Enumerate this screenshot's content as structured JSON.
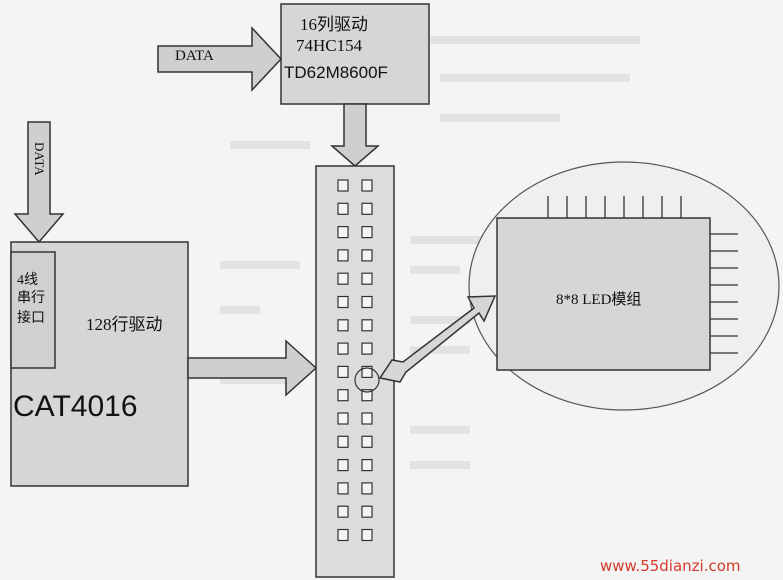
{
  "colors": {
    "box_fill": "#d6d6d6",
    "arrow_fill": "#cfcfcf",
    "stroke": "#333333",
    "watermark": "#d23a2a"
  },
  "column_driver": {
    "line1": "16列驱动",
    "line2": "74HC154",
    "line3": "TD62M8600F"
  },
  "data_input_top": "DATA",
  "data_input_left": "DATA",
  "row_driver": {
    "interface_label": [
      "4线",
      "串行",
      "接口"
    ],
    "label": "128行驱动",
    "chip": "CAT4016"
  },
  "led_module": {
    "label": "8*8 LED模组"
  },
  "watermark": "www.55dianzi.com"
}
